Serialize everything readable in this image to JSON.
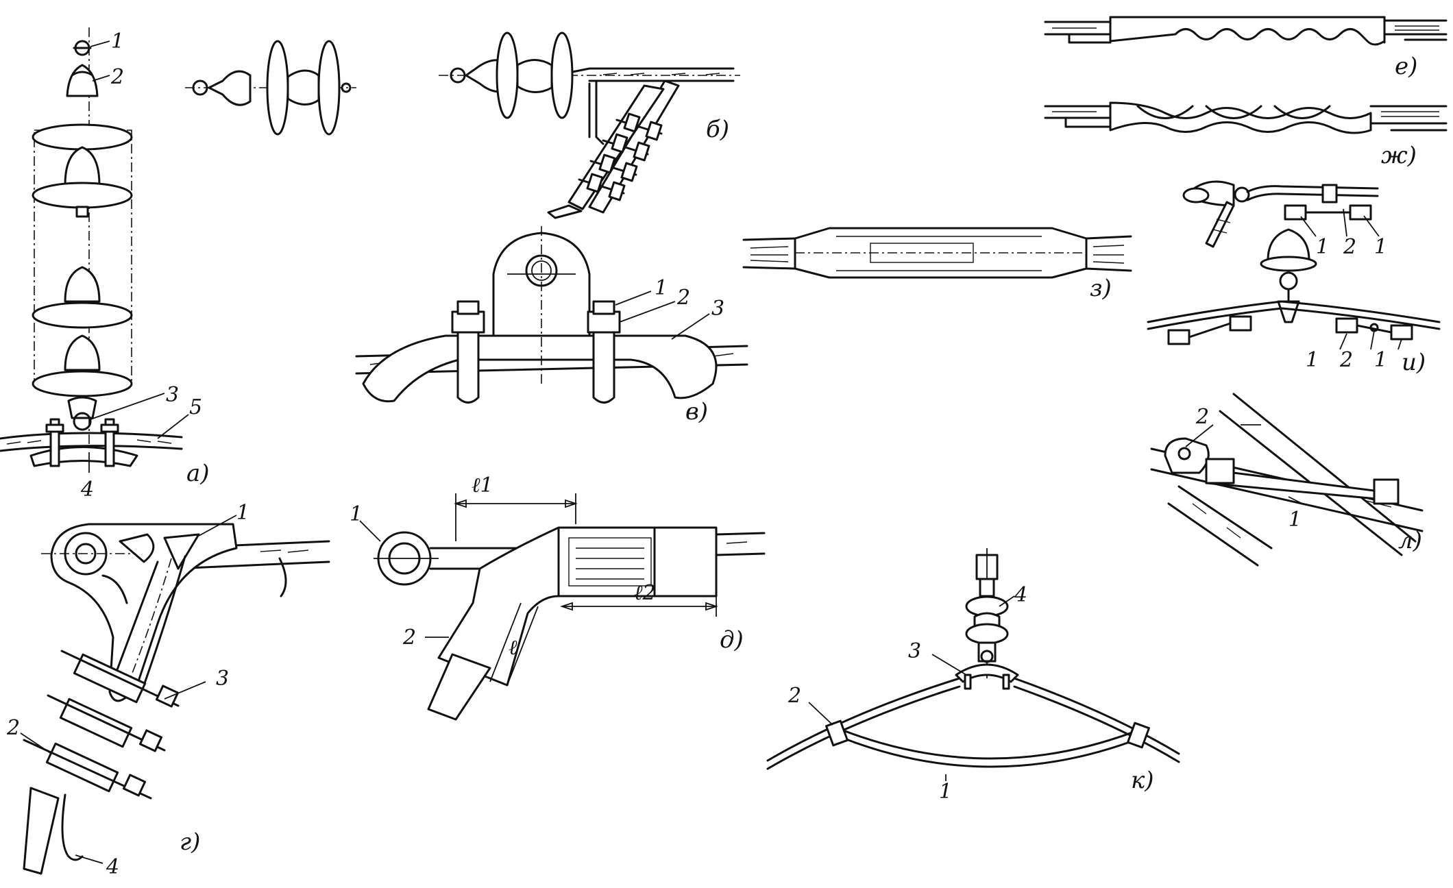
{
  "figure": {
    "panel_a": {
      "caption": "а)",
      "labels": [
        "1",
        "2",
        "3",
        "4",
        "5"
      ]
    },
    "panel_b": {
      "caption": "б)"
    },
    "panel_v": {
      "caption": "в)",
      "labels": [
        "1",
        "2",
        "3"
      ]
    },
    "panel_g": {
      "caption": "г)",
      "labels": [
        "1",
        "2",
        "3",
        "4"
      ]
    },
    "panel_d": {
      "caption": "д)",
      "labels": [
        "1",
        "2"
      ],
      "dims": [
        "ℓ1",
        "ℓ2",
        "ℓ"
      ]
    },
    "panel_e": {
      "caption": "е)"
    },
    "panel_zh": {
      "caption": "ж)"
    },
    "panel_z": {
      "caption": "з)"
    },
    "panel_i": {
      "caption": "и)",
      "labels_top": [
        "1",
        "2",
        "1"
      ],
      "labels_bottom": [
        "1",
        "2",
        "1"
      ]
    },
    "panel_l": {
      "caption": "л)",
      "labels": [
        "2",
        "1"
      ]
    },
    "panel_k": {
      "caption": "к)",
      "labels": [
        "4",
        "3",
        "2",
        "1"
      ]
    }
  },
  "colors": {
    "ink": "#111111",
    "paper": "#ffffff"
  }
}
